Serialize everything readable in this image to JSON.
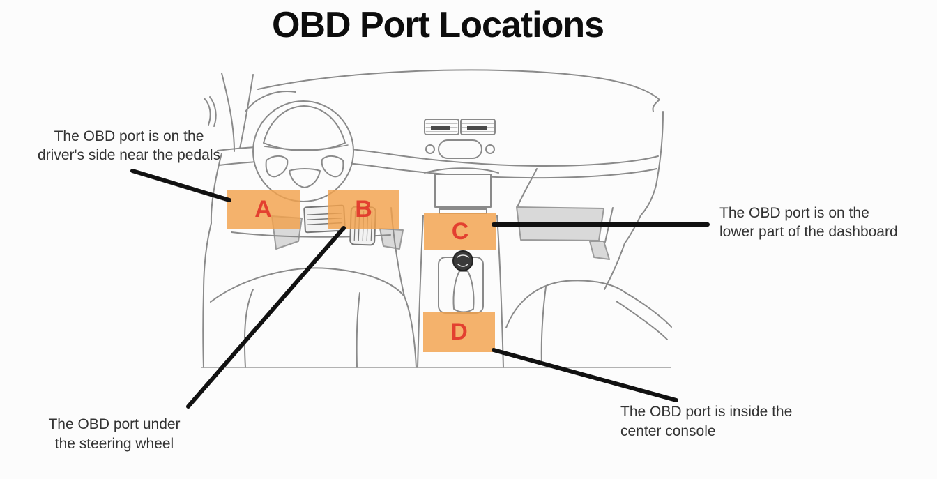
{
  "title": "OBD Port Locations",
  "colors": {
    "highlight": "#F2A14C",
    "marker-letter": "#E2372B",
    "leader-line": "#111111",
    "sketch-line": "#8A8A8A",
    "sketch-shade": "#D9D9D9",
    "text": "#333333",
    "title-text": "#0D0D0D",
    "background": "#FCFCFC"
  },
  "markers": [
    {
      "label": "A"
    },
    {
      "label": "B"
    },
    {
      "label": "C"
    },
    {
      "label": "D"
    }
  ],
  "annotations": [
    {
      "text": "The OBD port is on the\ndriver's side near the pedals"
    },
    {
      "text": "The OBD port is on the\nlower part of the dashboard"
    },
    {
      "text": "The OBD port under\nthe steering wheel"
    },
    {
      "text": "The OBD port is inside the\ncenter console"
    }
  ]
}
